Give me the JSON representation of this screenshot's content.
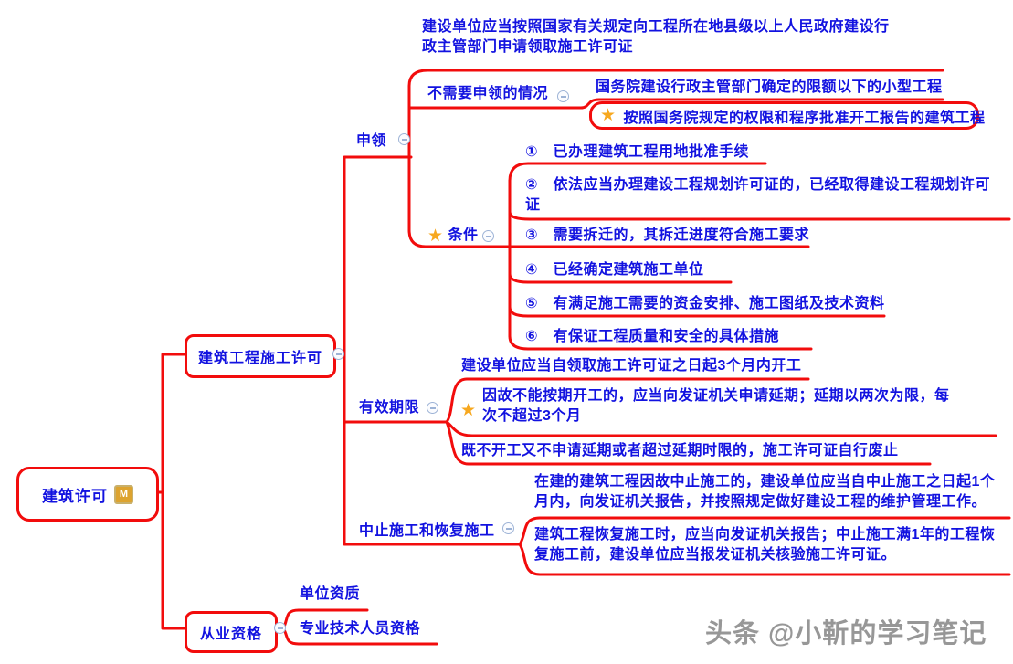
{
  "colors": {
    "line": "#f20c0c",
    "text": "#1212e0",
    "star": "#f7a81f"
  },
  "icons": {
    "star": "★"
  },
  "root": {
    "label": "建筑许可",
    "badge": "M"
  },
  "nodes": {
    "construction": "建筑工程施工许可",
    "qualification": "从业资格"
  },
  "apply": {
    "label": "申领",
    "intro": "建设单位应当按照国家有关规定向工程所在地县级以上人民政府建设行政主管部门申请领取施工许可证",
    "no_need": {
      "label": "不需要申领的情况",
      "plain": "国务院建设行政主管部门确定的限额以下的小型工程",
      "starred": "按照国务院规定的权限和程序批准开工报告的建筑工程"
    },
    "conditions": {
      "label": "条件",
      "items": [
        "①　已办理建筑工程用地批准手续",
        "②　依法应当办理建设工程规划许可证的，已经取得建设工程规划许可证",
        "③　需要拆迁的，其拆迁进度符合施工要求",
        "④　已经确定建筑施工单位",
        "⑤　有满足施工需要的资金安排、施工图纸及技术资料",
        "⑥　有保证工程质量和安全的具体措施"
      ]
    }
  },
  "validity": {
    "label": "有效期限",
    "start": "建设单位应当自领取施工许可证之日起3个月内开工",
    "extension": "因故不能按期开工的，应当向发证机关申请延期；延期以两次为限，每次不超过3个月",
    "invalid": "既不开工又不申请延期或者超过延期时限的，施工许可证自行废止"
  },
  "suspend": {
    "label": "中止施工和恢复施工",
    "stop": "在建的建筑工程因故中止施工的，建设单位应当自中止施工之日起1个月内，向发证机关报告，并按照规定做好建设工程的维护管理工作。",
    "resume": "建筑工程恢复施工时，应当向发证机关报告；中止施工满1年的工程恢复施工前，建设单位应当报发证机关核验施工许可证。"
  },
  "qualification": {
    "unit": "单位资质",
    "personnel": "专业技术人员资格"
  },
  "watermark": "头条 @小靳的学习笔记"
}
